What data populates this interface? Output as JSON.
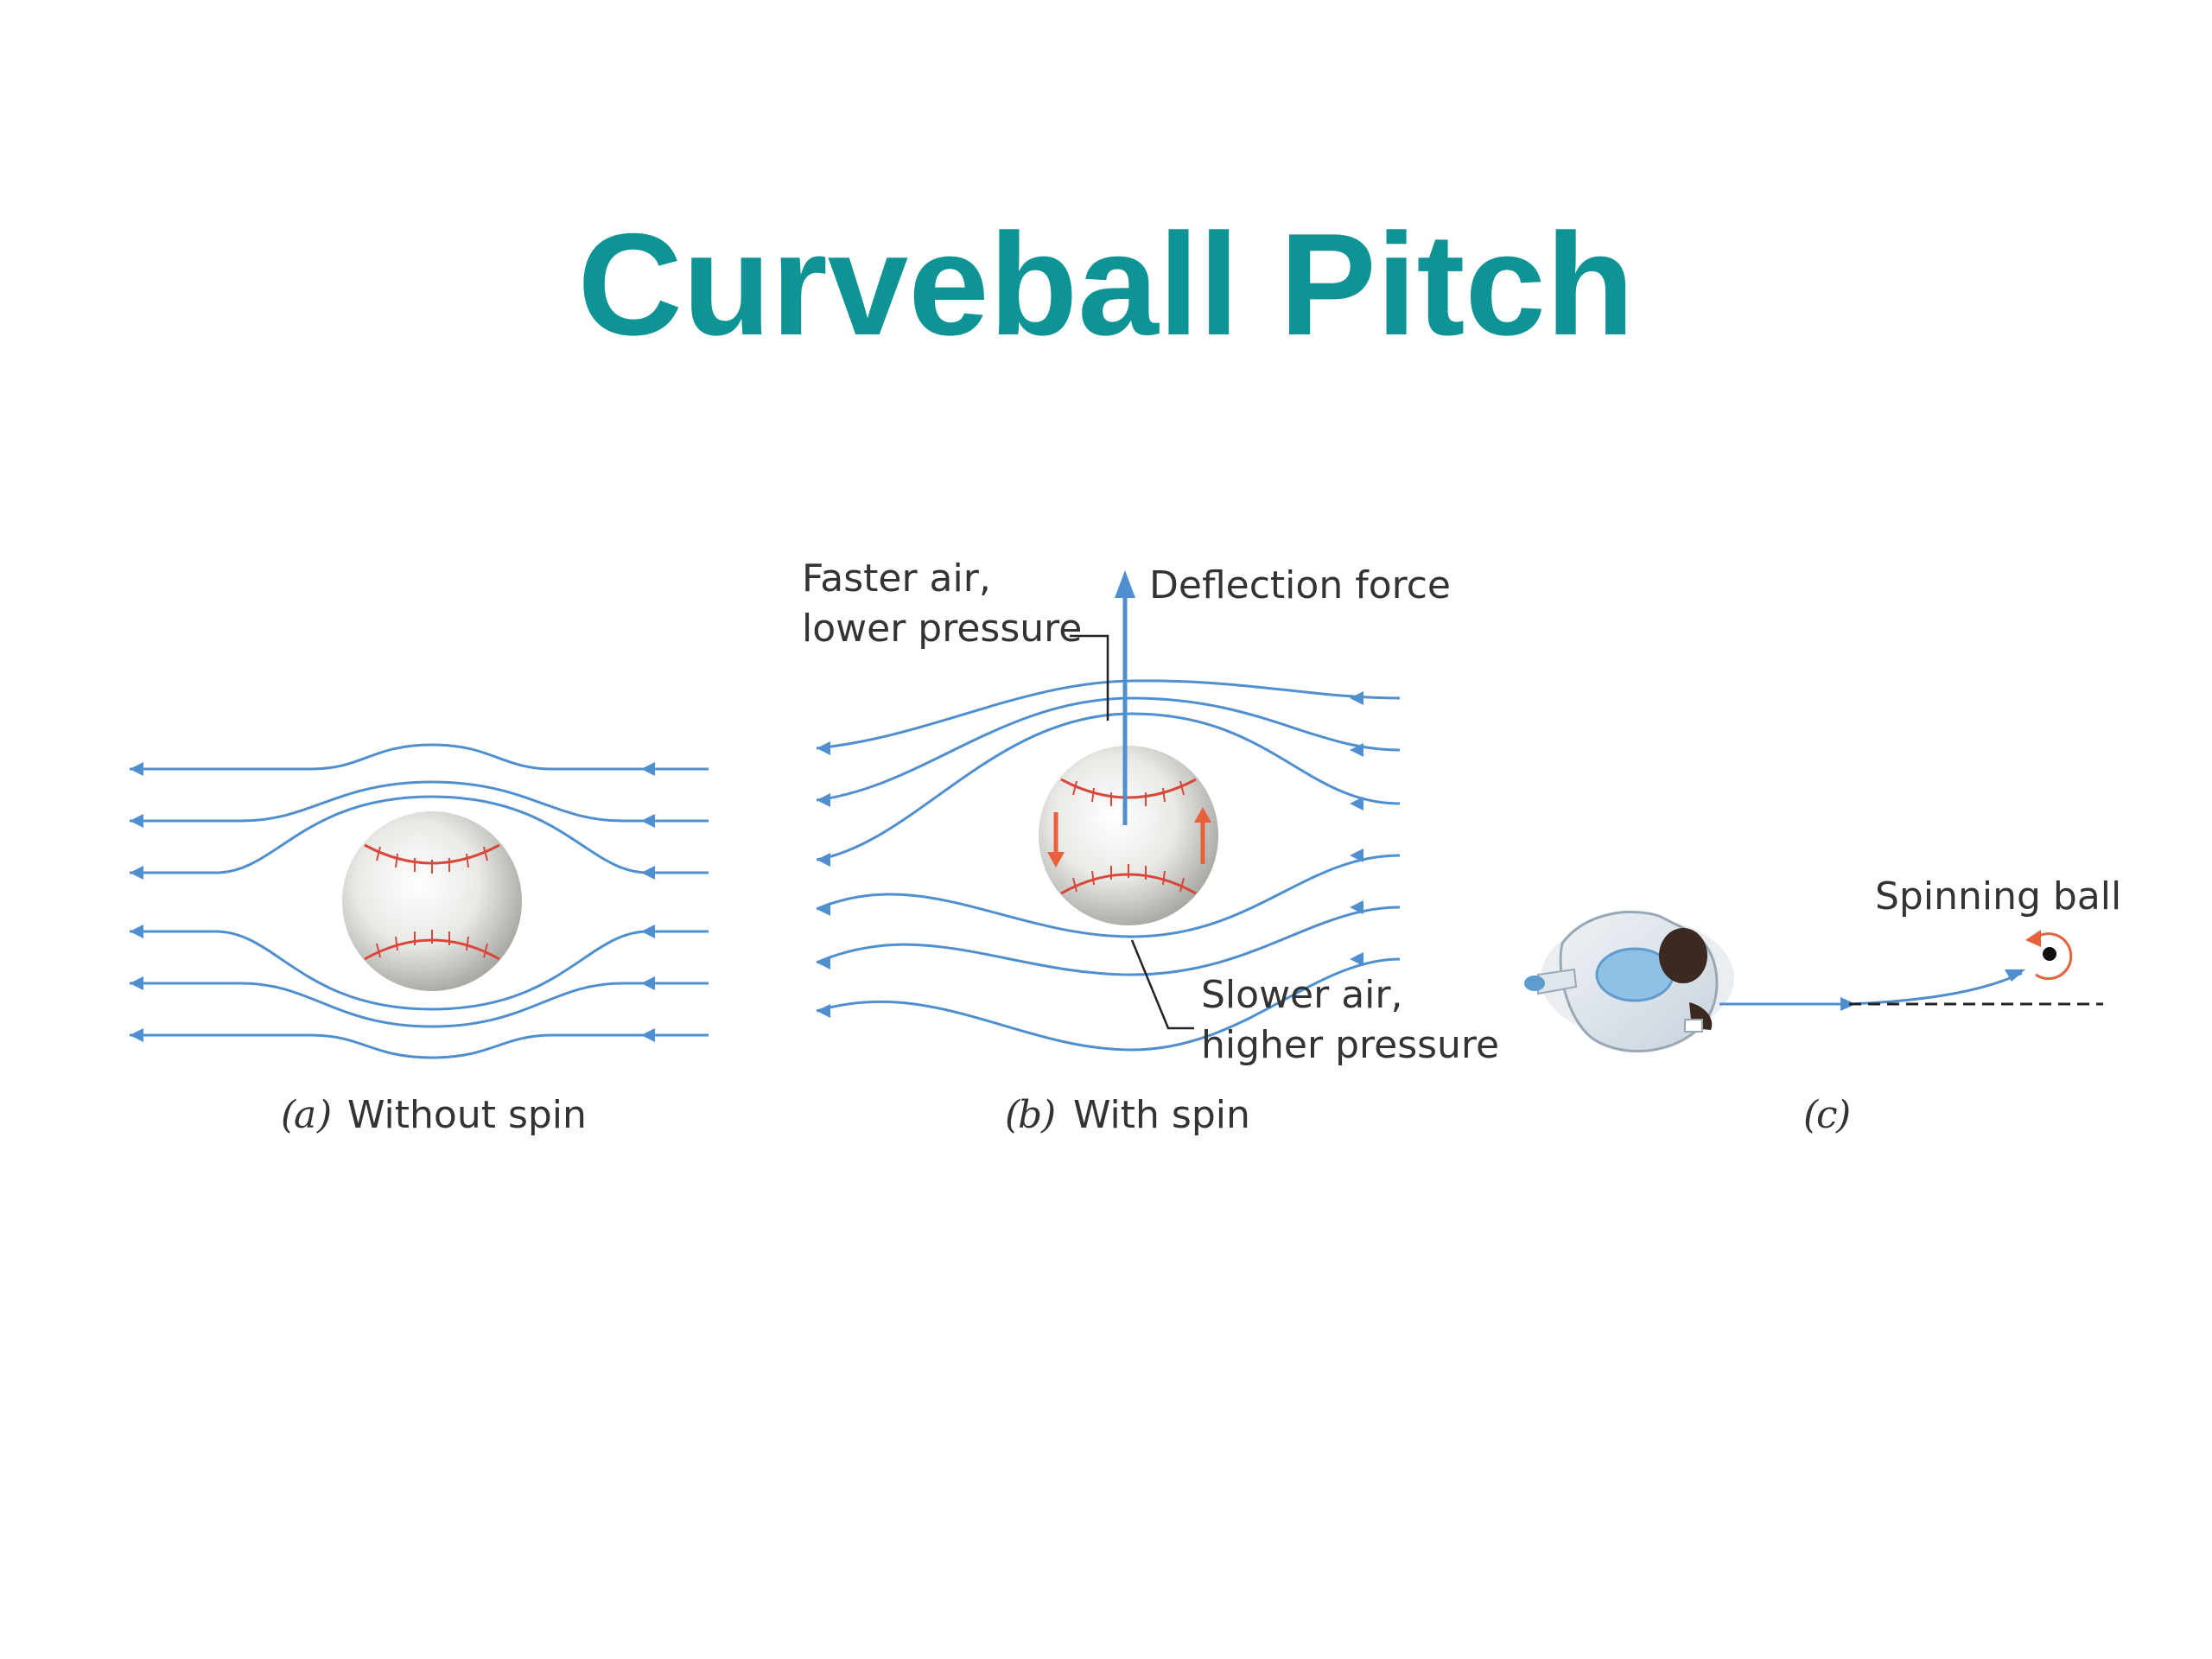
{
  "title": "Curveball Pitch",
  "panels": {
    "a": {
      "letter": "a",
      "caption": "Without spin"
    },
    "b": {
      "letter": "b",
      "caption": "With spin"
    },
    "c": {
      "letter": "c"
    }
  },
  "labels": {
    "faster_air_line1": "Faster air,",
    "faster_air_line2": "lower pressure",
    "deflection_force": "Deflection force",
    "slower_air_line1": "Slower air,",
    "slower_air_line2": "higher pressure",
    "spinning_ball": "Spinning ball"
  },
  "colors": {
    "title": "#0e9494",
    "streamline": "#4f8fcf",
    "stitches": "#d9473a",
    "spin_arrows": "#e8603c"
  }
}
